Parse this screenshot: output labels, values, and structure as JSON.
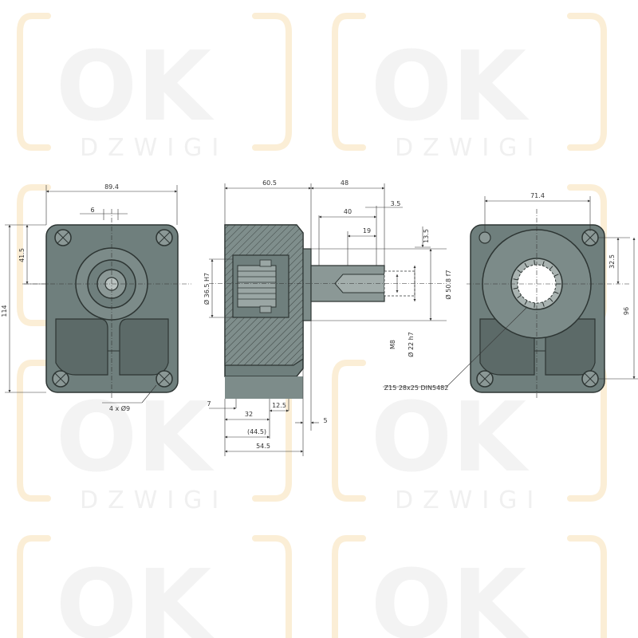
{
  "watermark": {
    "logo": "OK",
    "sub": "DZWIGI"
  },
  "colors": {
    "body": "#6f7f7d",
    "body_dark": "#4f5d5b",
    "line": "#2d3533",
    "bracket": "#fbeed6",
    "dim": "#333333"
  },
  "front_view": {
    "width_label": "89.4",
    "height_label": "114",
    "offset_label": "6",
    "hole_height_label": "41.5",
    "holes_label": "4 x Ø9"
  },
  "side_view": {
    "body_len_label": "60.5",
    "shaft_len_label": "48",
    "shaft_40_label": "40",
    "shaft_35_label": "3.5",
    "shaft_19_label": "19",
    "shaft_135_label": "13.5",
    "bore_label": "Ø 36.5 H7",
    "pilot_label": "Ø 50.8 f7",
    "thread_label": "M8",
    "shaft_dia_label": "Ø 22 h7",
    "dim_7_label": "7",
    "dim_32_label": "32",
    "dim_125_label": "12.5",
    "dim_5_label": "5",
    "dim_445_label": "(44.5)",
    "dim_545_label": "54.5"
  },
  "rear_view": {
    "width_label": "71.4",
    "hole_label": "32.5",
    "height_label": "96",
    "spline_label": "Z15  28x25  DIN5482"
  }
}
